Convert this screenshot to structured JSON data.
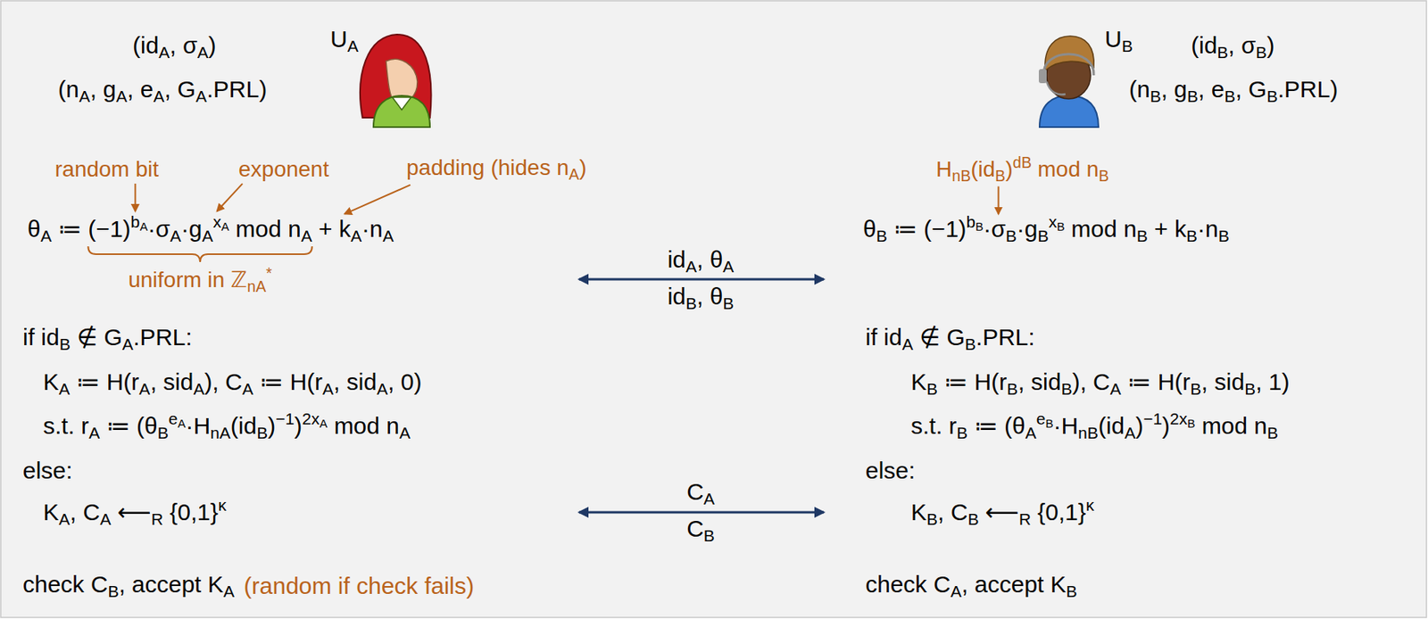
{
  "diagram": {
    "labels": [
      "(idA, σA)",
      "(nA, gA, eA, GA.PRL)",
      "UA",
      "UB",
      "(idB, σB)",
      "(nB, gB, eB, GB.PRL)",
      "random bit",
      "exponent",
      "padding (hides nA)",
      "HnB(idB)dB mod nB",
      "θA ≔ (−1)bA·σA·gAxA mod nA + kA·nA",
      "θB ≔ (−1)bB·σB·gBxB mod nB + kB·nB",
      "uniform in ℤnA*",
      "idA, θA",
      "idB, θB",
      "if idB ∉ GA.PRL:",
      "KA ≔ H(rA, sidA), CA ≔ H(rA, sidA, 0)",
      "s.t. rA ≔ (θBeA·HnA(idB)−1)2xA mod nA",
      "else:",
      "KA, CA ⟵R {0,1}κ",
      "check CB, accept KA",
      "(random if check fails)",
      "if idA ∉ GB.PRL:",
      "KB ≔ H(rB, sidB), CA ≔ H(rB, sidB, 1)",
      "s.t. rB ≔ (θAeB·HnB(idA)−1)2xB mod nB",
      "else:",
      "KB, CB ⟵R {0,1}κ",
      "check CA, accept KB",
      "CA",
      "CB"
    ]
  }
}
